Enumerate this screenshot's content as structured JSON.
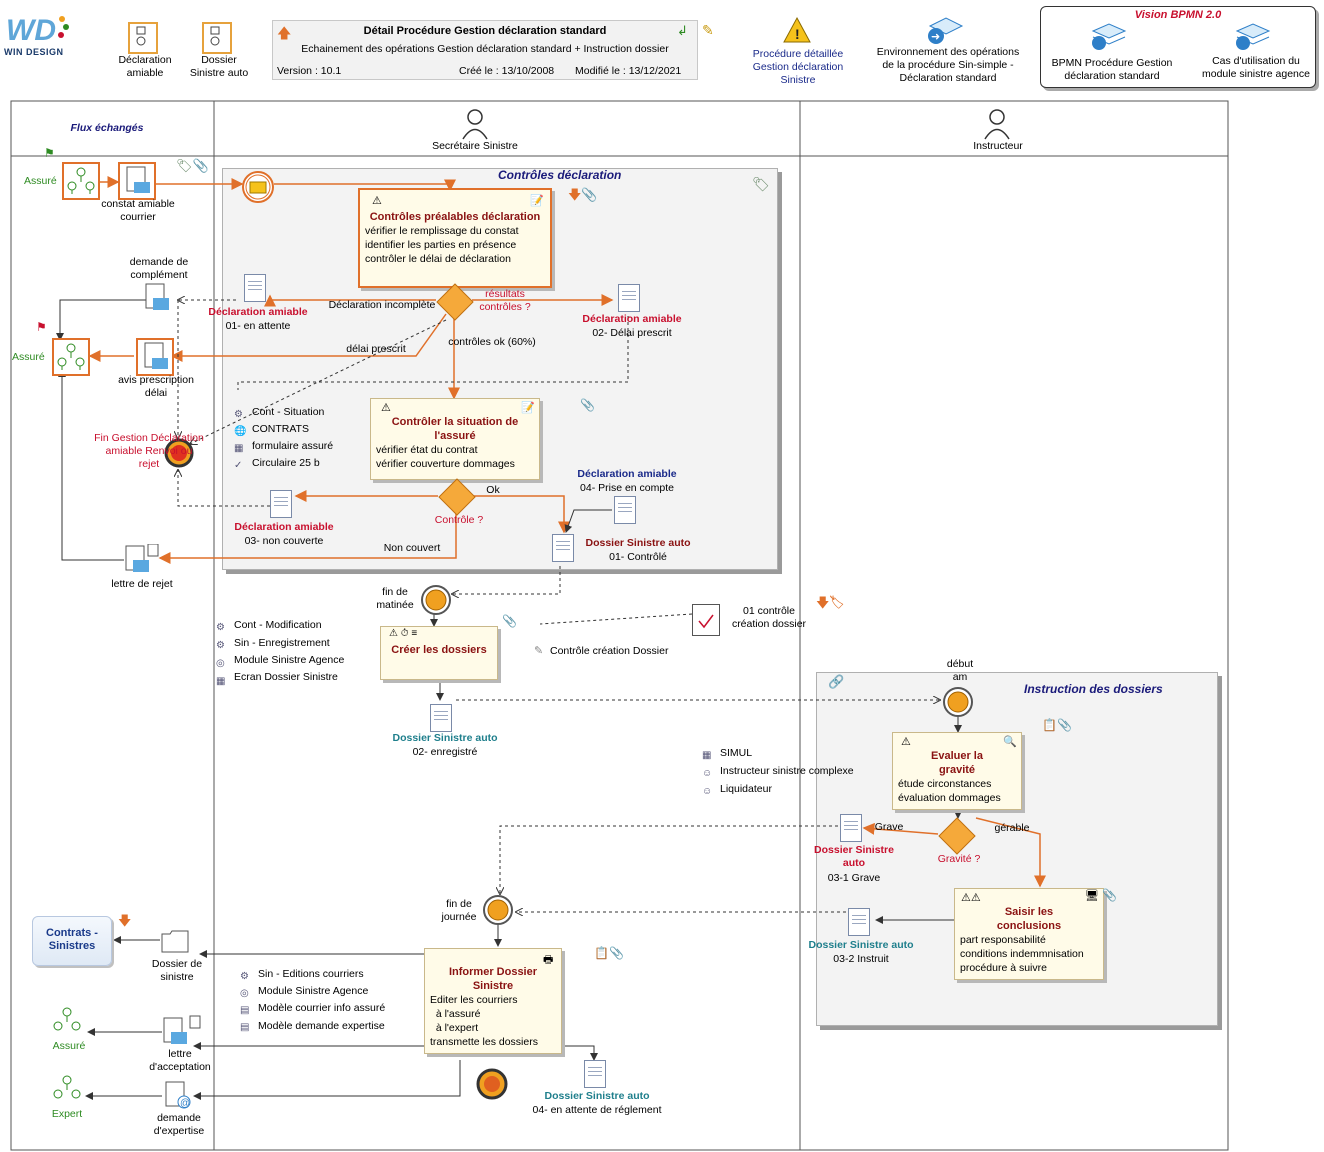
{
  "header": {
    "logo_text": "WIN DESIGN",
    "title": "Détail Procédure Gestion déclaration standard",
    "subtitle": "Echainement des opérations Gestion déclaration standard + Instruction dossier",
    "version": "Version : 10.1",
    "created": "Créé le : 13/10/2008",
    "modified": "Modifié le : 13/12/2021",
    "link_declaration": "Déclaration amiable",
    "link_dossier": "Dossier Sinistre auto",
    "link_procedure": "Procédure détaillée Gestion déclaration Sinistre",
    "link_environment": "Environnement des opérations de la procédure Sin-simple - Déclaration standard",
    "vision_title": "Vision BPMN 2.0",
    "vision_bpmn": "BPMN Procédure Gestion déclaration standard",
    "vision_cas": "Cas d'utilisation du module sinistre agence"
  },
  "lanes": {
    "flux": "Flux échangés",
    "secretaire": "Secrétaire Sinistre",
    "instructeur": "Instructeur"
  },
  "subprocesses": {
    "controles": "Contrôles déclaration",
    "instruction": "Instruction des dossiers"
  },
  "tasks": {
    "controles_prealables": {
      "title": "Contrôles préalables déclaration",
      "lines": [
        "vérifier le remplissage du constat",
        "identifier les parties en présence",
        "contrôler le délai de déclaration"
      ]
    },
    "controler_situation": {
      "title": "Contrôler la situation de l'assuré",
      "lines": [
        "vérifier état du contrat",
        "vérifier couverture dommages"
      ]
    },
    "creer_dossiers": {
      "title": "Créer les dossiers"
    },
    "evaluer": {
      "title": "Evaluer la gravité",
      "lines": [
        "étude circonstances",
        "évaluation dommages"
      ]
    },
    "saisir": {
      "title": "Saisir les conclusions",
      "lines": [
        "part responsabilité",
        "conditions indemmnisation",
        "procédure à suivre"
      ]
    },
    "informer": {
      "title": "Informer Dossier Sinistre",
      "lines": [
        "Editer les courriers",
        "  à l'assuré",
        "  à l'expert",
        "transmette les dossiers"
      ]
    }
  },
  "gateways": {
    "resultats": "résultats contrôles ?",
    "controle": "Contrôle ?",
    "gravite": "Gravité ?"
  },
  "flows": {
    "decl_incomplete": "Déclaration incomplète",
    "delai_prescrit": "délai prescrit",
    "controles_ok": "contrôles ok (60%)",
    "ok": "Ok",
    "non_couvert": "Non couvert",
    "grave": "Grave",
    "gerable": "gérable"
  },
  "events": {
    "fin_matinee": "fin de matinée",
    "debut_am": "début am",
    "fin_journee": "fin de journée",
    "fin_gestion": "Fin Gestion Déclaration amiable Renvoi ou rejet"
  },
  "messages": {
    "assure1": "Assuré",
    "constat": "constat amiable courrier",
    "demande_complement": "demande de complément",
    "assure2": "Assuré",
    "avis": "avis prescription délai",
    "lettre_rejet": "lettre de rejet",
    "contrats": "Contrats - Sinistres",
    "dossier_sinistre": "Dossier de sinistre",
    "assure3": "Assuré",
    "lettre_acceptation": "lettre d'acceptation",
    "expert": "Expert",
    "demande_expertise": "demande d'expertise"
  },
  "data_objects": {
    "da01": {
      "name": "Déclaration amiable",
      "state": "01- en attente"
    },
    "da02": {
      "name": "Déclaration amiable",
      "state": "02- Délai prescrit"
    },
    "da03": {
      "name": "Déclaration amiable",
      "state": "03- non couverte"
    },
    "da04": {
      "name": "Déclaration amiable",
      "state": "04- Prise en compte"
    },
    "ds01": {
      "name": "Dossier Sinistre auto",
      "state": "01- Contrôlé"
    },
    "ds02": {
      "name": "Dossier Sinistre auto",
      "state": "02- enregistré"
    },
    "ds031": {
      "name": "Dossier Sinistre auto",
      "state": "03-1  Grave"
    },
    "ds032": {
      "name": "Dossier Sinistre auto",
      "state": "03-2 Instruit"
    },
    "ds04": {
      "name": "Dossier Sinistre auto",
      "state": "04- en attente de réglement"
    }
  },
  "resources": {
    "situation": [
      "Cont - Situation",
      "CONTRATS",
      "formulaire assuré",
      "Circulaire 25 b"
    ],
    "creer": [
      "Cont - Modification",
      "Sin - Enregistrement",
      "Module Sinistre Agence",
      "Ecran Dossier Sinistre"
    ],
    "evaluer": [
      "SIMUL",
      "Instructeur sinistre complexe",
      "Liquidateur"
    ],
    "informer": [
      "Sin - Editions courriers",
      "Module Sinistre Agence",
      "Modèle courrier info assuré",
      "Modèle demande expertise"
    ],
    "controle_creation": "Contrôle création Dossier",
    "controle_01": "01 contrôle création dossier"
  },
  "colors": {
    "accent_orange": "#f07a28",
    "lane_border": "#666666",
    "data_red": "#c8102e",
    "data_teal": "#1f7f8c",
    "title_navy": "#1a1a7a"
  }
}
